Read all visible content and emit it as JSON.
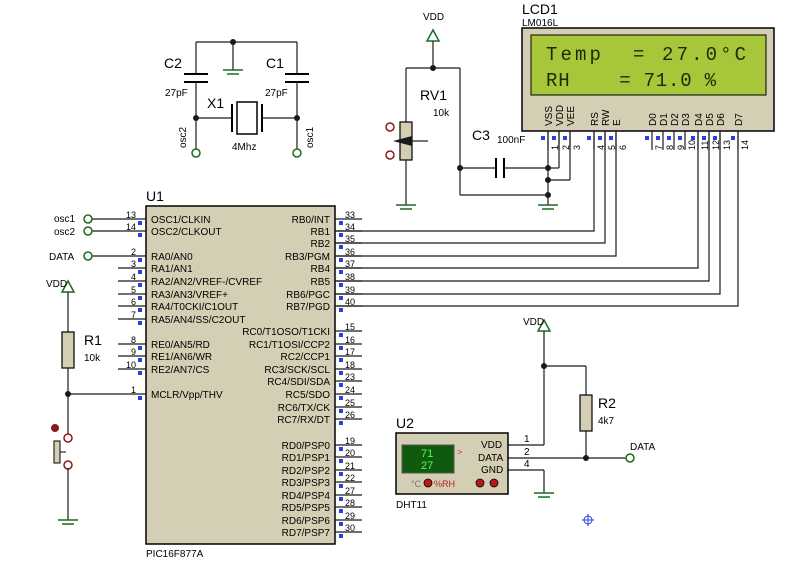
{
  "labels": {
    "vdd_top": "VDD",
    "vdd_left": "VDD",
    "vdd_r2": "VDD",
    "lcd_ref": "LCD1",
    "lcd_part": "LM016L",
    "lcd_line1": "Temp  = 27.0°C",
    "lcd_line2": "RH    = 71.0 %",
    "c2_ref": "C2",
    "c2_val": "27pF",
    "c1_ref": "C1",
    "c1_val": "27pF",
    "x1_ref": "X1",
    "x1_val": "4Mhz",
    "osc2_net": "osc2",
    "osc1_net": "osc1",
    "rv1_ref": "RV1",
    "rv1_val": "10k",
    "c3_ref": "C3",
    "c3_val": "100nF",
    "u1_ref": "U1",
    "u1_part": "PIC16F877A",
    "r1_ref": "R1",
    "r1_val": "10k",
    "r2_ref": "R2",
    "r2_val": "4k7",
    "u2_ref": "U2",
    "u2_part": "DHT11",
    "dht_val1": "71",
    "dht_val2": "27",
    "dht_arrow": ">",
    "dht_deg": "°C",
    "dht_rh": "%RH",
    "dht_vdd": "VDD",
    "dht_data": "DATA",
    "dht_gnd": "GND",
    "dht_pin1": "1",
    "dht_pin2": "2",
    "dht_pin4": "4",
    "data_net_right": "DATA",
    "port_osc1": "osc1",
    "port_osc2": "osc2",
    "port_data": "DATA"
  },
  "lcd_pins": [
    {
      "name": "VSS",
      "num": "1"
    },
    {
      "name": "VDD",
      "num": "2"
    },
    {
      "name": "VEE",
      "num": "3"
    },
    {
      "name": "RS",
      "num": "4"
    },
    {
      "name": "RW",
      "num": "5"
    },
    {
      "name": "E",
      "num": "6"
    },
    {
      "name": "D0",
      "num": "7"
    },
    {
      "name": "D1",
      "num": "8"
    },
    {
      "name": "D2",
      "num": "9"
    },
    {
      "name": "D3",
      "num": "10"
    },
    {
      "name": "D4",
      "num": "11"
    },
    {
      "name": "D5",
      "num": "12"
    },
    {
      "name": "D6",
      "num": "13"
    },
    {
      "name": "D7",
      "num": "14"
    }
  ],
  "u1_left_pins": [
    {
      "name": "OSC1/CLKIN",
      "num": "13"
    },
    {
      "name": "OSC2/CLKOUT",
      "num": "14"
    },
    {
      "name": "RA0/AN0",
      "num": "2"
    },
    {
      "name": "RA1/AN1",
      "num": "3"
    },
    {
      "name": "RA2/AN2/VREF-/CVREF",
      "num": "4"
    },
    {
      "name": "RA3/AN3/VREF+",
      "num": "5"
    },
    {
      "name": "RA4/T0CKI/C1OUT",
      "num": "6"
    },
    {
      "name": "RA5/AN4/SS/C2OUT",
      "num": "7"
    },
    {
      "name": "RE0/AN5/RD",
      "num": "8"
    },
    {
      "name": "RE1/AN6/WR",
      "num": "9"
    },
    {
      "name": "RE2/AN7/CS",
      "num": "10"
    },
    {
      "name": "MCLR/Vpp/THV",
      "num": "1"
    }
  ],
  "u1_right_pins": [
    {
      "name": "RB0/INT",
      "num": "33"
    },
    {
      "name": "RB1",
      "num": "34"
    },
    {
      "name": "RB2",
      "num": "35"
    },
    {
      "name": "RB3/PGM",
      "num": "36"
    },
    {
      "name": "RB4",
      "num": "37"
    },
    {
      "name": "RB5",
      "num": "38"
    },
    {
      "name": "RB6/PGC",
      "num": "39"
    },
    {
      "name": "RB7/PGD",
      "num": "40"
    },
    {
      "name": "RC0/T1OSO/T1CKI",
      "num": "15"
    },
    {
      "name": "RC1/T1OSI/CCP2",
      "num": "16"
    },
    {
      "name": "RC2/CCP1",
      "num": "17"
    },
    {
      "name": "RC3/SCK/SCL",
      "num": "18"
    },
    {
      "name": "RC4/SDI/SDA",
      "num": "23"
    },
    {
      "name": "RC5/SDO",
      "num": "24"
    },
    {
      "name": "RC6/TX/CK",
      "num": "25"
    },
    {
      "name": "RC7/RX/DT",
      "num": "26"
    },
    {
      "name": "RD0/PSP0",
      "num": "19"
    },
    {
      "name": "RD1/PSP1",
      "num": "20"
    },
    {
      "name": "RD2/PSP2",
      "num": "21"
    },
    {
      "name": "RD3/PSP3",
      "num": "22"
    },
    {
      "name": "RD4/PSP4",
      "num": "27"
    },
    {
      "name": "RD5/PSP5",
      "num": "28"
    },
    {
      "name": "RD6/PSP6",
      "num": "29"
    },
    {
      "name": "RD7/PSP7",
      "num": "30"
    }
  ],
  "colors": {
    "wire": "#1a1a1a",
    "wire_green": "#1a6b1a",
    "component_outline": "#000000",
    "chip_fill": "#d4cfb4",
    "lcd_fill": "#d4cfb4",
    "lcd_screen": "#a7c63a",
    "lcd_text": "#1b2b08",
    "dht_screen": "#0f5a0f",
    "dht_text": "#4cff4c",
    "pin_red": "#e0303a",
    "pin_blue": "#2a3fe0"
  }
}
